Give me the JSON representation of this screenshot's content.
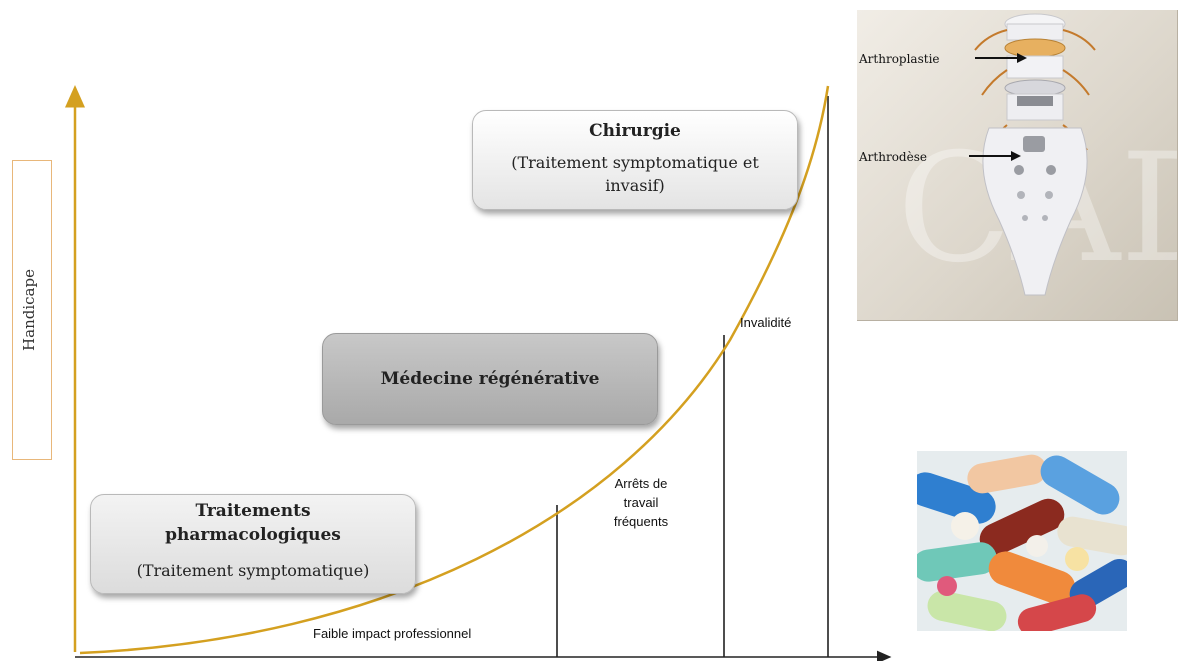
{
  "axes": {
    "y_label": "Handicape"
  },
  "boxes": {
    "chirurgie": {
      "title": "Chirurgie",
      "subtitle": "(Traitement symptomatique et invasif)"
    },
    "medecine": {
      "title": "Médecine régénérative"
    },
    "pharma": {
      "title": "Traitements pharmacologiques",
      "subtitle": "(Traitement symptomatique)"
    }
  },
  "zones": {
    "faible": "Faible impact professionnel",
    "arrets": "Arrêts de travail fréquents",
    "invalidite": "Invalidité"
  },
  "spine_image": {
    "label_top": "Arthroplastie",
    "label_bottom": "Arthrodèse",
    "watermark": "CAD"
  },
  "colors": {
    "curve": "#d4a020",
    "axis": "#d4a020",
    "axis_x": "#222222",
    "divider": "#222222"
  },
  "icons": {
    "spine": "lumbar-spine-photo",
    "pills": "pills-photo"
  }
}
